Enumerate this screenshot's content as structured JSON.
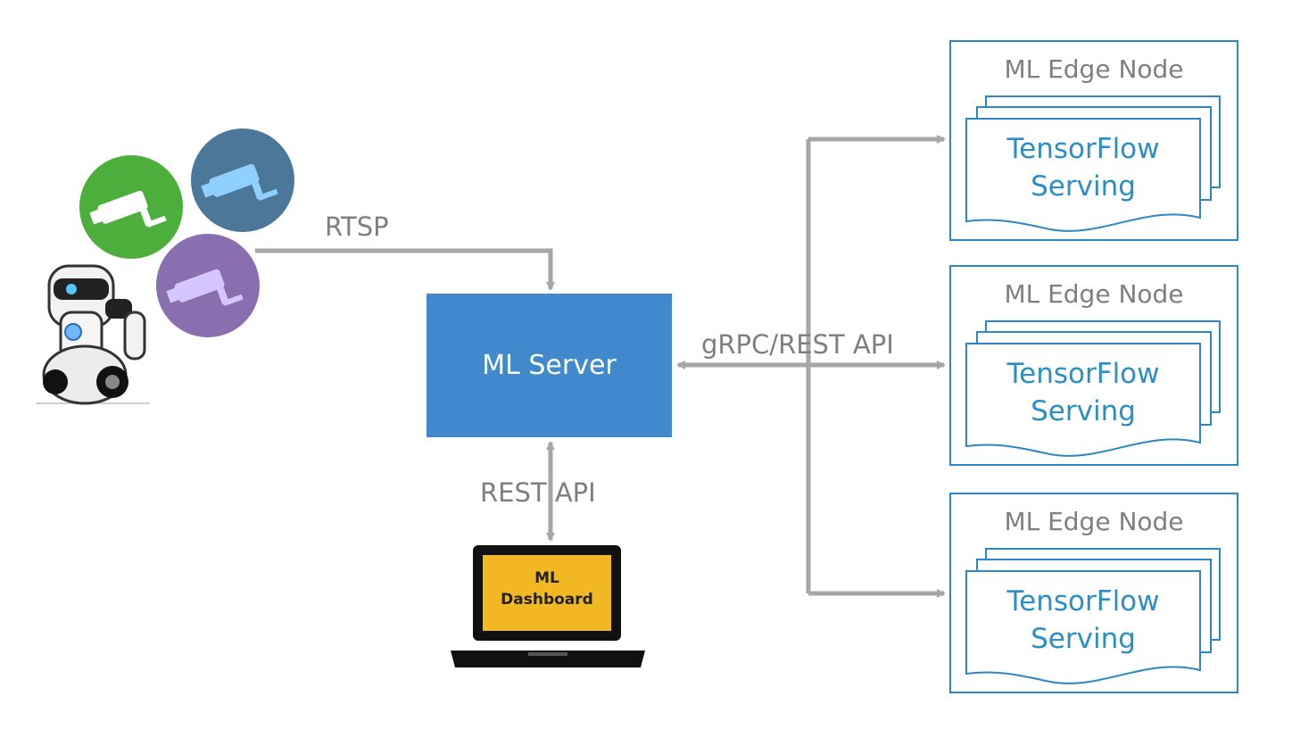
{
  "labels": {
    "rtsp": "RTSP",
    "grpc_rest": "gRPC/REST API",
    "rest_api": "REST API"
  },
  "ml_server": {
    "label": "ML Server"
  },
  "dashboard": {
    "line1": "ML",
    "line2": "Dashboard"
  },
  "edge_nodes": [
    {
      "title": "ML Edge Node",
      "line1": "TensorFlow",
      "line2": "Serving"
    },
    {
      "title": "ML Edge Node",
      "line1": "TensorFlow",
      "line2": "Serving"
    },
    {
      "title": "ML Edge Node",
      "line1": "TensorFlow",
      "line2": "Serving"
    }
  ],
  "colors": {
    "server_fill": "#3f89cc",
    "edge_border": "#2b88c4",
    "arrow": "#a6a6a6",
    "camera_green": "#4caf3b",
    "camera_blue": "#4c7799",
    "camera_purple": "#8a6fb0",
    "dashboard_screen": "#f2b824"
  },
  "icons": [
    "security-camera-icon",
    "robot-icon",
    "laptop-icon"
  ]
}
